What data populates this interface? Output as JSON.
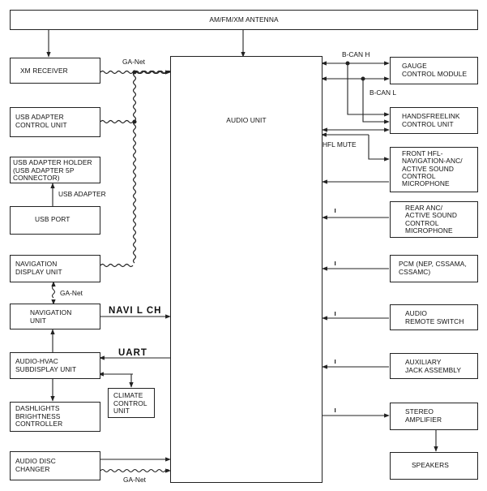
{
  "blocks": {
    "antenna": "AM/FM/XM ANTENNA",
    "audio_unit": "AUDIO UNIT",
    "xm_receiver": "XM RECEIVER",
    "usb_adapter_control": [
      "USB ADAPTER",
      "CONTROL UNIT"
    ],
    "usb_adapter_holder": [
      "USB ADAPTER HOLDER",
      "(USB ADAPTER 5P",
      "CONNECTOR)"
    ],
    "usb_port": "USB PORT",
    "navigation_display": [
      "NAVIGATION",
      "DISPLAY UNIT"
    ],
    "navigation_unit": [
      "NAVIGATION",
      "UNIT"
    ],
    "audio_hvac_subdisplay": [
      "AUDIO-HVAC",
      "SUBDISPLAY UNIT"
    ],
    "climate_control": [
      "CLIMATE",
      "CONTROL",
      "UNIT"
    ],
    "dashlights": [
      "DASHLIGHTS",
      "BRIGHTNESS",
      "CONTROLLER"
    ],
    "audio_disc_changer": [
      "AUDIO DISC",
      "CHANGER"
    ],
    "gauge_control": [
      "GAUGE",
      "CONTROL MODULE"
    ],
    "handsfreelink": [
      "HANDSFREELINK",
      "CONTROL UNIT"
    ],
    "front_hfl_mic": [
      "FRONT HFL-",
      "NAVIGATION-ANC/",
      "ACTIVE SOUND",
      "CONTROL",
      "MICROPHONE"
    ],
    "rear_anc_mic": [
      "REAR ANC/",
      "ACTIVE SOUND",
      "CONTROL",
      "MICROPHONE"
    ],
    "pcm": [
      "PCM (NEP, CSSAMA,",
      "CSSAMC)"
    ],
    "audio_remote_switch": [
      "AUDIO",
      "REMOTE SWITCH"
    ],
    "auxiliary_jack": [
      "AUXILIARY",
      "JACK ASSEMBLY"
    ],
    "stereo_amplifier": [
      "STEREO",
      "AMPLIFIER"
    ],
    "speakers": "SPEAKERS"
  },
  "labels": {
    "ga_net_top": "GA-Net",
    "ga_net_mid": "GA-Net",
    "ga_net_bottom": "GA-Net",
    "usb_adapter": "USB ADAPTER",
    "navi_l_ch": "NAVI L CH",
    "uart": "UART",
    "b_can_h": "B-CAN H",
    "b_can_l": "B-CAN L",
    "hfl_mute": "HFL MUTE"
  }
}
